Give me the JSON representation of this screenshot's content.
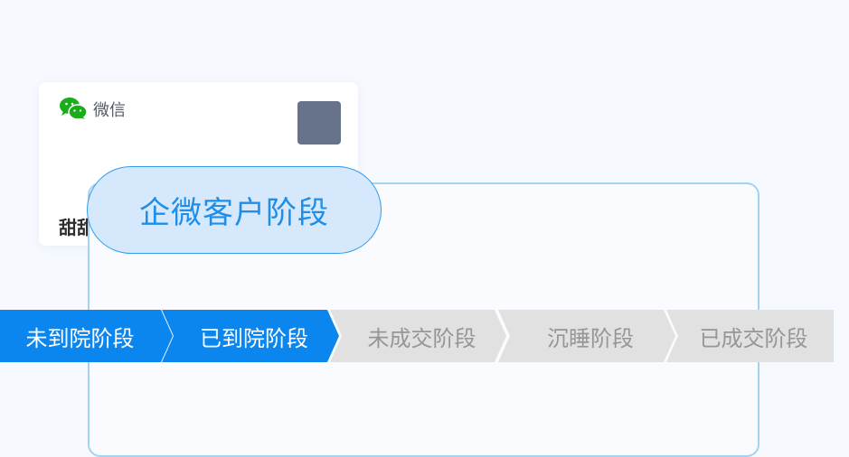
{
  "wechat_card": {
    "logo_icon": "wechat-icon",
    "platform_label": "微信",
    "contact_name": "甜甜",
    "colors": {
      "logo": "#1aad19",
      "avatar": "#67738b"
    }
  },
  "stage_badge": {
    "label": "企微客户阶段"
  },
  "steps": [
    {
      "label": "未到院阶段",
      "state": "active"
    },
    {
      "label": "已到院阶段",
      "state": "active"
    },
    {
      "label": "未成交阶段",
      "state": "inactive"
    },
    {
      "label": "沉睡阶段",
      "state": "inactive"
    },
    {
      "label": "已成交阶段",
      "state": "inactive"
    }
  ],
  "colors": {
    "accent": "#0a86ee",
    "inactive": "#e1e1e1",
    "frame_border": "#a3d3f2"
  }
}
